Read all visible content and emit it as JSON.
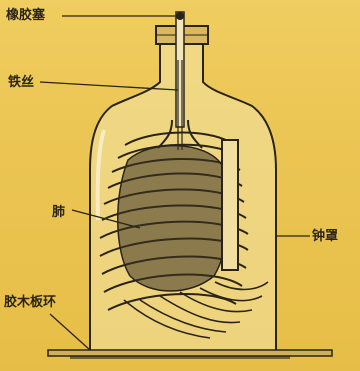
{
  "labels": {
    "stopper": "橡胶塞",
    "wire": "铁丝",
    "lung": "肺",
    "bell_jar": "钟罩",
    "rubber_ring": "胶木板环"
  },
  "colors": {
    "background": "#ebc553",
    "line": "#2a2418",
    "glass_light": "#f7f0d8"
  }
}
